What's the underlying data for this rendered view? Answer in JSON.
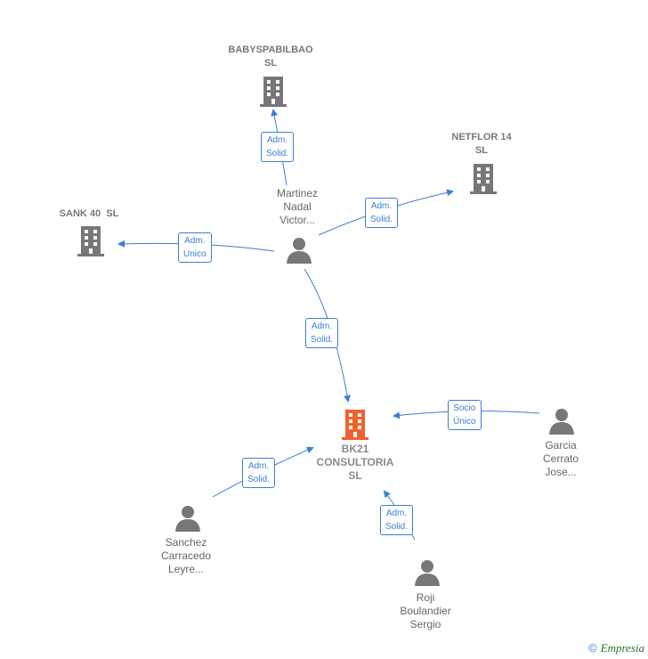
{
  "nodes": {
    "main": {
      "lines": [
        "BK21",
        "CONSULTORIA",
        "SL"
      ]
    },
    "babyspa": {
      "lines": [
        "BABYSPABILBAO",
        "SL"
      ]
    },
    "netflor": {
      "lines": [
        "NETFLOR 14",
        "SL"
      ]
    },
    "sank": {
      "lines": [
        "SANK 40  SL"
      ]
    },
    "martinez": {
      "lines": [
        "Martinez",
        "Nadal",
        "Victor..."
      ]
    },
    "garcia": {
      "lines": [
        "Garcia",
        "Cerrato",
        "Jose..."
      ]
    },
    "sanchez": {
      "lines": [
        "Sanchez",
        "Carracedo",
        "Leyre..."
      ]
    },
    "roji": {
      "lines": [
        "Roji",
        "Boulandier",
        "Sergio"
      ]
    }
  },
  "edges": {
    "martinez_babyspa": [
      "Adm.",
      "Solid."
    ],
    "martinez_netflor": [
      "Adm.",
      "Solid."
    ],
    "martinez_sank": [
      "Adm.",
      "Unico"
    ],
    "martinez_main": [
      "Adm.",
      "Solid."
    ],
    "garcia_main": [
      "Socio",
      "Único"
    ],
    "sanchez_main": [
      "Adm.",
      "Solid."
    ],
    "roji_main": [
      "Adm.",
      "Solid."
    ]
  },
  "colors": {
    "edge": "#3a7fd5",
    "main_company": "#f0622d",
    "company": "#777777",
    "person": "#777777"
  },
  "footer": {
    "copyright": "©",
    "brand": "Empresia"
  }
}
